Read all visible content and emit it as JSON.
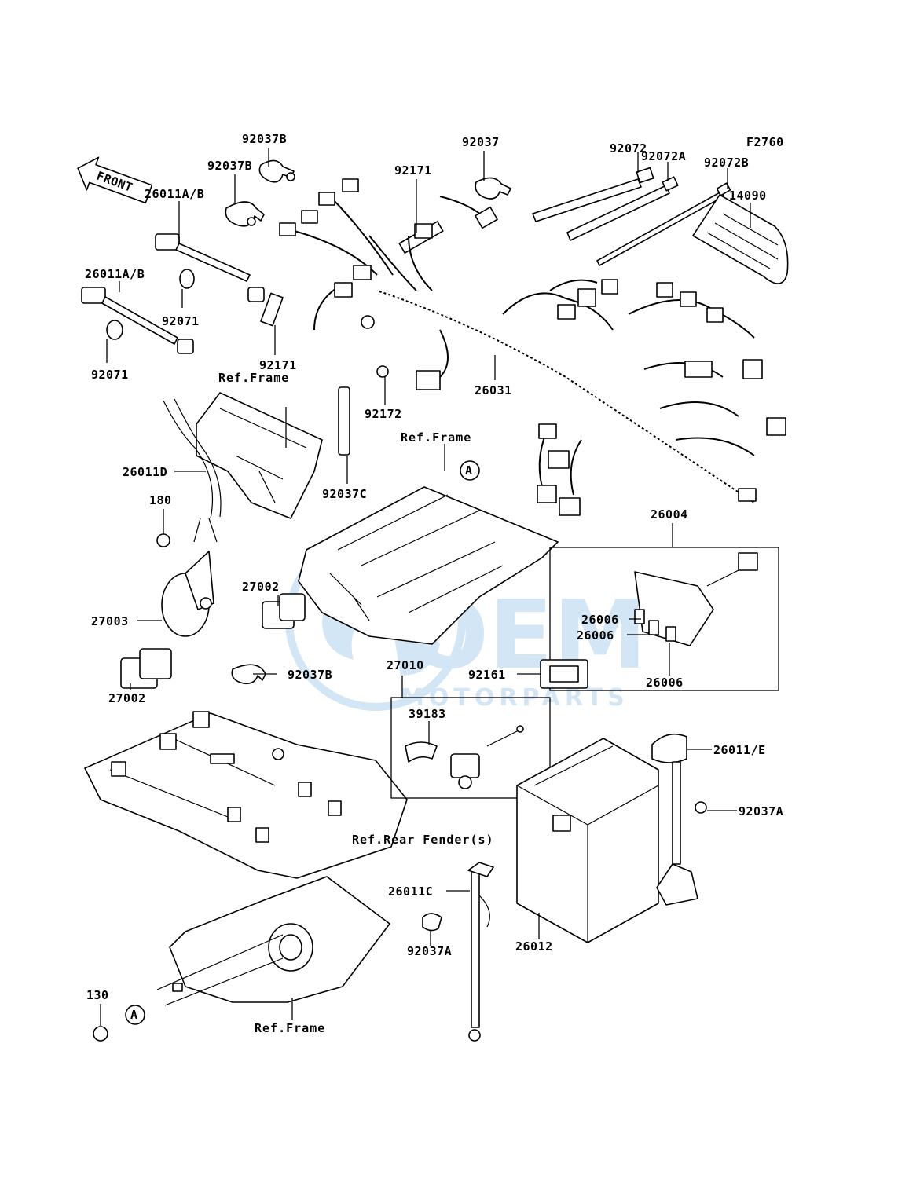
{
  "diagram_code": "F2760",
  "front_badge": "FRONT",
  "labels": {
    "l_92037B_top": "92037B",
    "l_92037B_left": "92037B",
    "l_92037": "92037",
    "l_92171_top": "92171",
    "l_92072": "92072",
    "l_92072A": "92072A",
    "l_92072B": "92072B",
    "l_14090": "14090",
    "l_26011AB_top": "26011A/B",
    "l_26011AB_low": "26011A/B",
    "l_92071_a": "92071",
    "l_92071_b": "92071",
    "l_92171_low": "92171",
    "l_92172": "92172",
    "l_26031": "26031",
    "l_26011D": "26011D",
    "l_92037C": "92037C",
    "l_180": "180",
    "l_27003": "27003",
    "l_27002_a": "27002",
    "l_27002_b": "27002",
    "l_26004": "26004",
    "l_26006_a": "26006",
    "l_26006_b": "26006",
    "l_26006_c": "26006",
    "l_92037B_mid": "92037B",
    "l_27010": "27010",
    "l_92161": "92161",
    "l_39183": "39183",
    "l_26011E": "26011/E",
    "l_92037A_r": "92037A",
    "l_26011C": "26011C",
    "l_26012": "26012",
    "l_92037A_b": "92037A",
    "l_130": "130"
  },
  "refs": {
    "ref_frame_1": "Ref.Frame",
    "ref_frame_2": "Ref.Frame",
    "ref_rear_fender": "Ref.Rear Fender(s)",
    "ref_frame_3": "Ref.Frame"
  },
  "callouts": {
    "a1": "A",
    "a2": "A"
  },
  "watermark": {
    "brand": "OEM",
    "sub": "MOTORPARTS"
  },
  "colors": {
    "line": "#000000",
    "watermark": "#9cc8ea",
    "background": "#ffffff"
  }
}
